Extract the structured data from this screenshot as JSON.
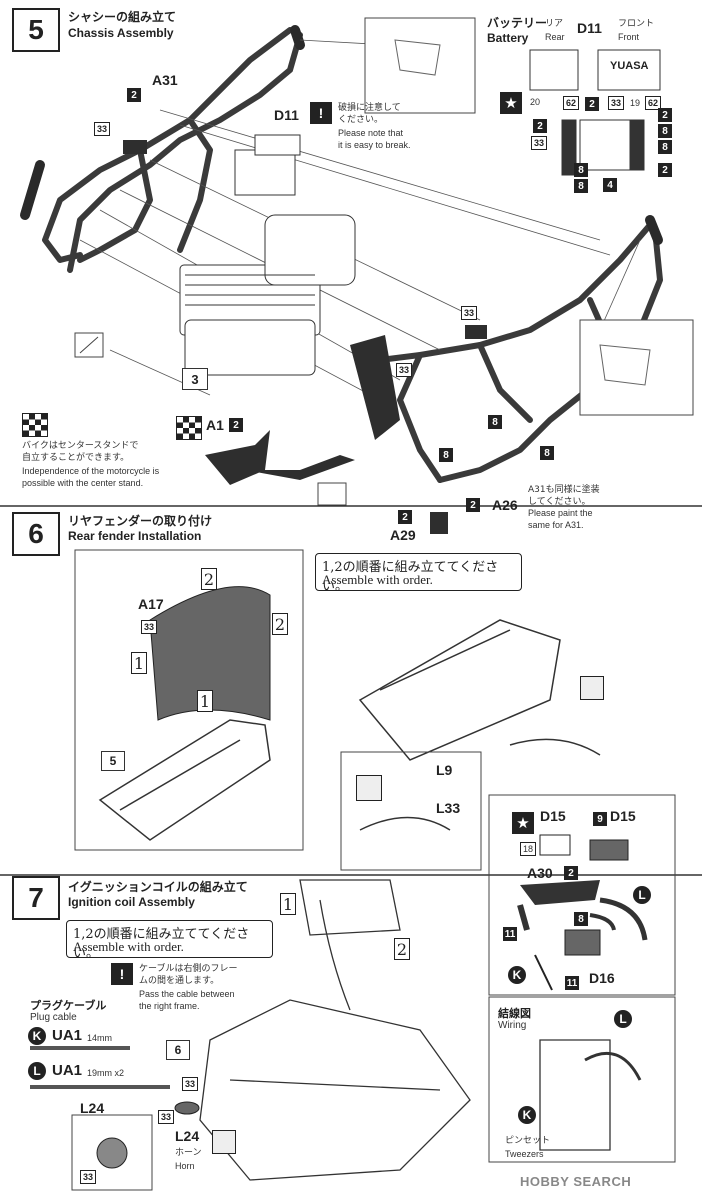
{
  "step5": {
    "number": "5",
    "title_jp": "シャシーの組み立て",
    "title_en": "Chassis Assembly",
    "labels": {
      "a31": "A31",
      "d11": "D11",
      "a1": "A1",
      "a26": "A26",
      "a29": "A29",
      "three": "3"
    },
    "badges": [
      "2",
      "33",
      "2",
      "8",
      "8",
      "8",
      "33",
      "33",
      "2",
      "2",
      "2"
    ],
    "note_break_jp": "破損に注意して\nください。",
    "note_break_en": "Please note that\nit is easy to break.",
    "note_stand_jp": "バイクはセンタースタンドで\n自立することができます。",
    "note_stand_en": "Independence of the motorcycle is\npossible with the center stand.",
    "note_a31_jp": "A31も同様に塗装\nしてください。",
    "note_a31_en": "Please paint the\nsame for A31."
  },
  "battery": {
    "title_jp": "バッテリー",
    "title_en": "Battery",
    "part": "D11",
    "rear_jp": "リア",
    "rear_en": "Rear",
    "front_jp": "フロント",
    "front_en": "Front",
    "brand": "YUASA",
    "nums": [
      "20",
      "62",
      "33",
      "19",
      "62"
    ],
    "badges": [
      "2",
      "2",
      "33",
      "2",
      "8",
      "8",
      "8",
      "8",
      "4",
      "2"
    ]
  },
  "step6": {
    "number": "6",
    "title_jp": "リヤフェンダーの取り付け",
    "title_en": "Rear fender Installation",
    "order_jp": "1,2の順番に組み立ててください。",
    "order_en": "Assemble with order.",
    "labels": {
      "a17": "A17",
      "l9": "L9",
      "l33": "L33",
      "five": "5",
      "b33": "33",
      "one": "1",
      "two": "2"
    }
  },
  "step7": {
    "number": "7",
    "title_jp": "イグニッションコイルの組み立て",
    "title_en": "Ignition coil Assembly",
    "order_jp": "1,2の順番に組み立ててください。",
    "order_en": "Assemble with order.",
    "cable_note_jp": "ケーブルは右側のフレー\nムの間を通します。",
    "cable_note_en": "Pass the cable between\nthe right frame.",
    "plug_jp": "プラグケーブル",
    "plug_en": "Plug cable",
    "cables": [
      {
        "letter": "K",
        "part": "UA1",
        "length": "14mm"
      },
      {
        "letter": "L",
        "part": "UA1",
        "length": "19mm x2"
      }
    ],
    "l24": "L24",
    "horn_jp": "ホーン",
    "horn_en": "Horn",
    "six": "6",
    "b33": "33",
    "d15": "D15",
    "d15b": "D15",
    "d15_badge": "9",
    "b18": "18",
    "a30": "A30",
    "a30_badge": "2",
    "b8": "8",
    "b11a": "11",
    "b11b": "11",
    "d16": "D16",
    "wiring_jp": "結線図",
    "wiring_en": "Wiring",
    "tweezers_jp": "ピンセット",
    "tweezers_en": "Tweezers",
    "k": "K",
    "l": "L",
    "one": "1",
    "two": "2"
  },
  "footer": {
    "brand": "HOBBY SEARCH"
  },
  "colors": {
    "ink": "#222222",
    "frame": "#3a3a3a",
    "fender": "#666666",
    "page": "#ffffff"
  }
}
